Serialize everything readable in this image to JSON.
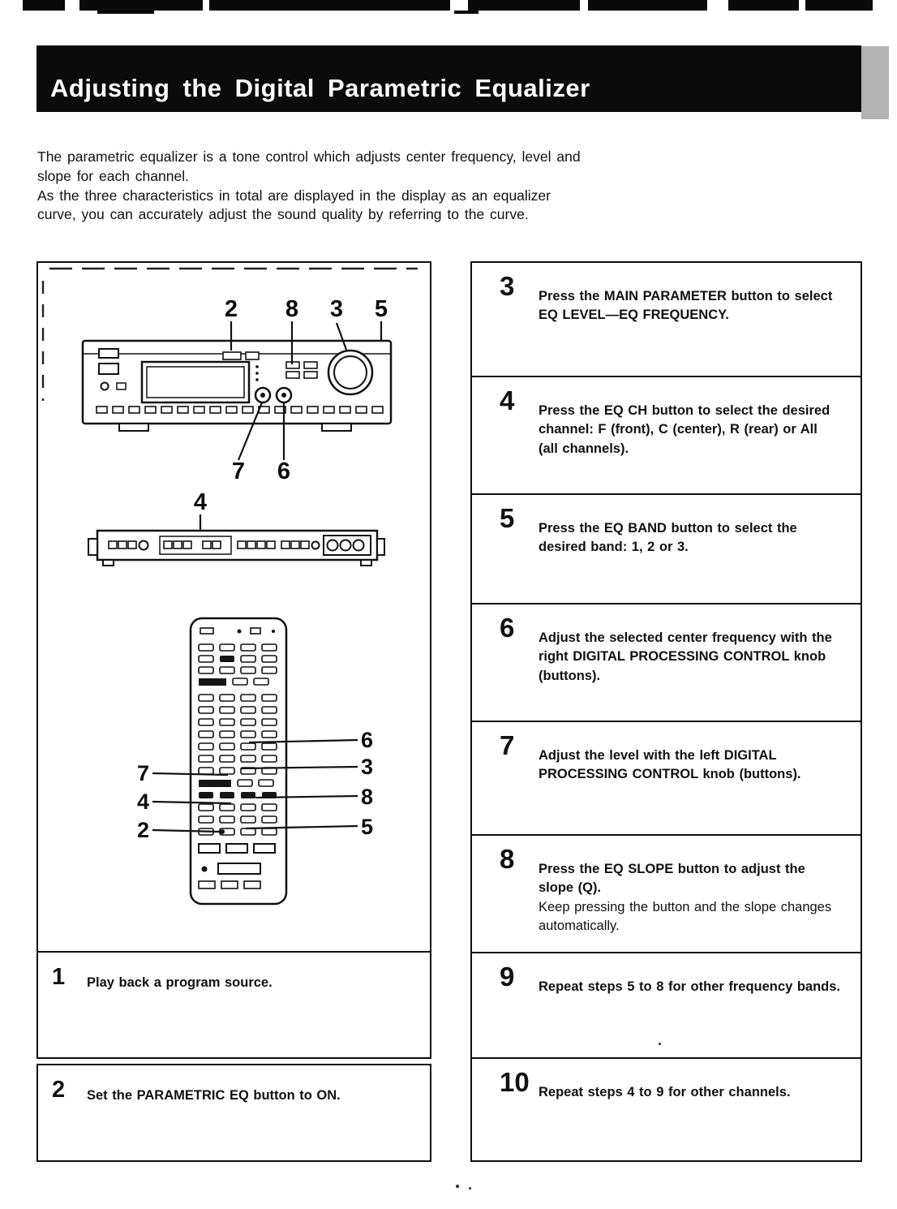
{
  "header": {
    "title": "Adjusting the Digital Parametric Equalizer"
  },
  "intro": {
    "p1": "The parametric equalizer is a tone control which adjusts center frequency, level and slope for each channel.",
    "p2": "As the three characteristics in total are displayed in the display as an equalizer curve, you can accurately adjust the sound quality by referring to the curve."
  },
  "steps": [
    {
      "num": "1",
      "bold": "Play back a program source.",
      "rest": ""
    },
    {
      "num": "2",
      "bold": "Set the PARAMETRIC EQ button to ON.",
      "rest": ""
    },
    {
      "num": "3",
      "bold": "Press the MAIN PARAMETER button to select EQ LEVEL—EQ FREQUENCY.",
      "rest": ""
    },
    {
      "num": "4",
      "bold": "Press the EQ CH button to select the desired channel: F (front), C (center), R (rear) or All (all channels).",
      "rest": ""
    },
    {
      "num": "5",
      "bold": "Press the EQ BAND button to select the desired band: 1, 2 or 3.",
      "rest": ""
    },
    {
      "num": "6",
      "bold": "Adjust the selected center frequency with the right DIGITAL PROCESSING CONTROL knob (buttons).",
      "rest": ""
    },
    {
      "num": "7",
      "bold": "Adjust the level with the left DIGITAL PROCESSING CONTROL knob (buttons).",
      "rest": ""
    },
    {
      "num": "8",
      "bold": "Press the EQ SLOPE button to adjust the slope (Q).",
      "rest": "Keep pressing the button and the slope changes automatically."
    },
    {
      "num": "9",
      "bold": "Repeat steps 5 to 8 for other frequency bands.",
      "rest": ""
    },
    {
      "num": "10",
      "bold": "Repeat steps 4 to 9 for other channels.",
      "rest": ""
    }
  ],
  "diagram": {
    "front_top": [
      "2",
      "8",
      "3",
      "5"
    ],
    "front_bottom": [
      "7",
      "6"
    ],
    "mid": "4",
    "remote_left": [
      "7",
      "4",
      "2"
    ],
    "remote_right": [
      "6",
      "3",
      "8",
      "5"
    ]
  }
}
